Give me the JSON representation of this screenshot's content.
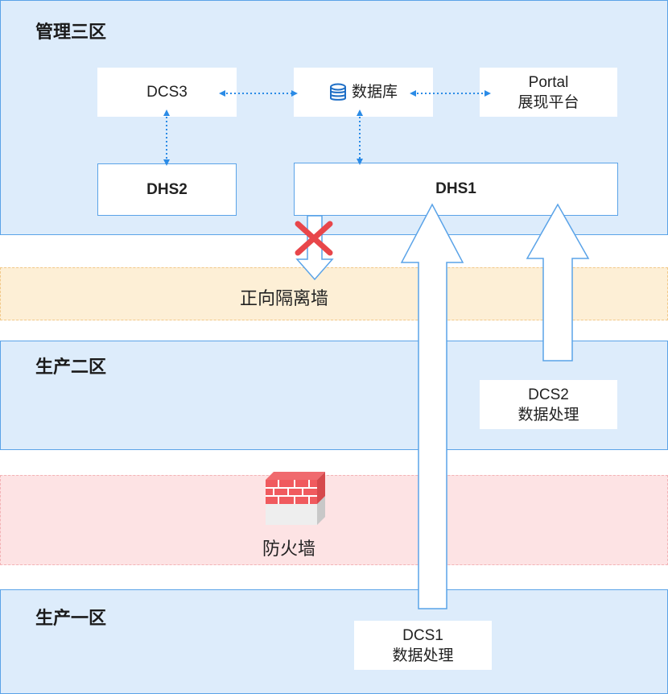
{
  "zones": {
    "mgmt3": {
      "title": "管理三区",
      "color": "#ddecfb"
    },
    "prod2": {
      "title": "生产二区",
      "color": "#ddecfb"
    },
    "prod1": {
      "title": "生产一区",
      "color": "#ddecfb"
    },
    "forward_isolation": {
      "label": "正向隔离墙",
      "color": "#fdefd6"
    },
    "firewall": {
      "label": "防火墙",
      "color": "#fde3e4",
      "icon": "firewall-icon"
    }
  },
  "nodes": {
    "dcs3": {
      "label": "DCS3"
    },
    "database": {
      "label": "数据库",
      "icon": "database-icon"
    },
    "portal": {
      "line1": "Portal",
      "line2": "展现平台"
    },
    "dhs2": {
      "label": "DHS2"
    },
    "dhs1": {
      "label": "DHS1"
    },
    "dcs2": {
      "line1": "DCS2",
      "line2": "数据处理"
    },
    "dcs1": {
      "line1": "DCS1",
      "line2": "数据处理"
    }
  },
  "colors": {
    "accent": "#2b8be6",
    "border": "#5aa3e8",
    "blocked": "#e8464a"
  }
}
